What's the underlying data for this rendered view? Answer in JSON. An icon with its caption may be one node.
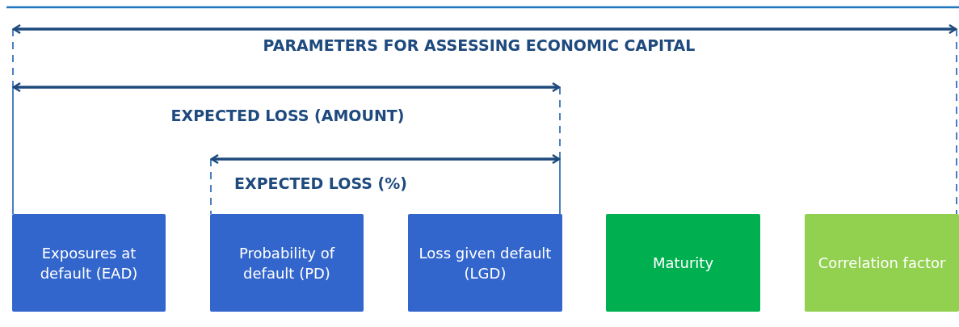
{
  "diagram": {
    "nodes": [
      {
        "text": [
          "Exposures at default (EAD)"
        ]
      },
      {
        "text": [
          "Probability of default (PD)"
        ]
      },
      {
        "text": [
          "Loss given default (LGD)"
        ]
      },
      {
        "text": [
          "Maturity"
        ]
      },
      {
        "text": [
          "Correlation factor"
        ]
      }
    ],
    "labels": [
      "PARAMETERS FOR ASSESSING ECONOMIC CAPITAL",
      "EXPECTED LOSS (AMOUNT)",
      "EXPECTED LOSS (%)"
    ]
  }
}
